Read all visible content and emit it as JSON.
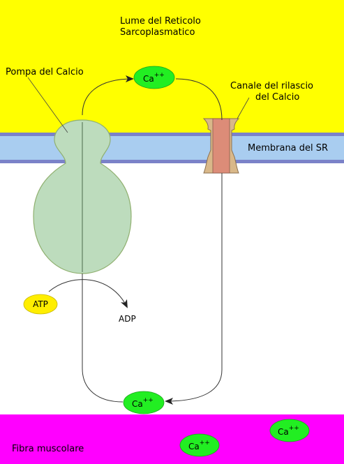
{
  "labels": {
    "lumen_line1": "Lume del Reticolo",
    "lumen_line2": "Sarcoplasmatico",
    "pump": "Pompa del Calcio",
    "channel_line1": "Canale del rilascio",
    "channel_line2": "del Calcio",
    "membrane": "Membrana del SR",
    "atp": "ATP",
    "adp": "ADP",
    "fiber": "Fibra muscolare"
  },
  "calcium": {
    "base": "Ca",
    "charge": "++"
  },
  "colors": {
    "lumen": "#ffff00",
    "membrane_fill": "#a9cdf0",
    "membrane_edge": "#7b82c8",
    "fiber": "#ff00ff",
    "pump_fill": "#bddcbd",
    "pump_stroke": "#90b070",
    "ion_fill": "#22ee22",
    "atp_fill": "#ffee00",
    "channel_outer": "#d9b889",
    "channel_inner": "#dc8c78",
    "arrow": "#222222"
  }
}
